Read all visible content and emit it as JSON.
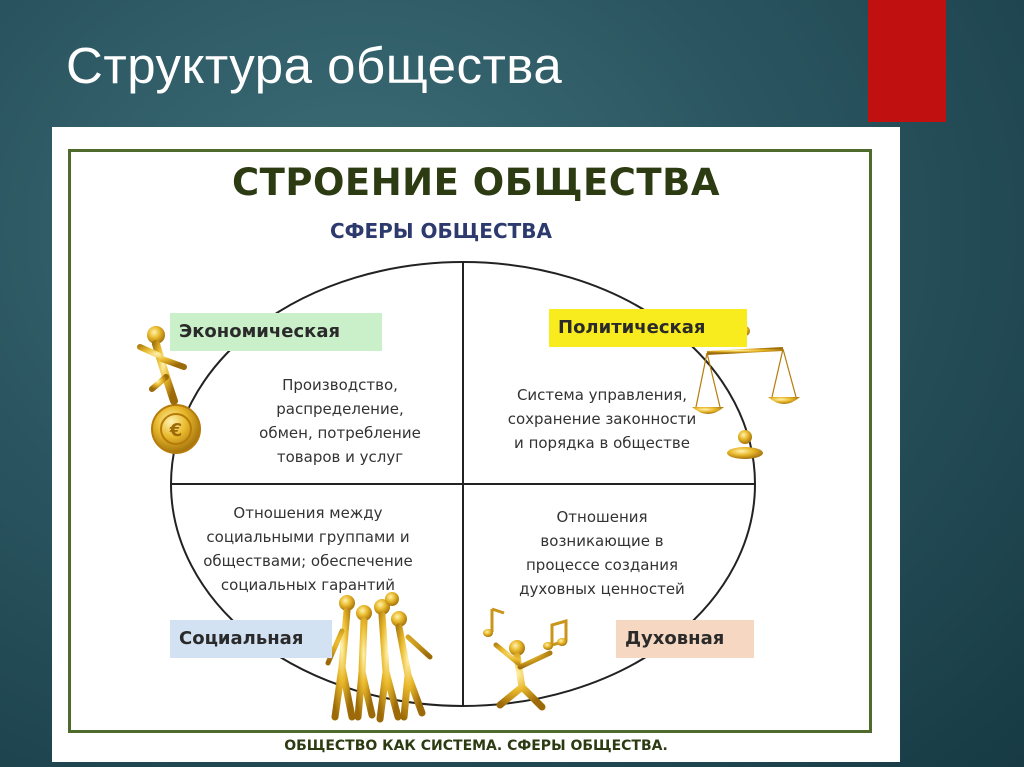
{
  "slide": {
    "title": "Структура общества"
  },
  "card": {
    "title": "СТРОЕНИЕ ОБЩЕСТВА",
    "subtitle": "СФЕРЫ ОБЩЕСТВА",
    "footer": "ОБЩЕСТВО КАК СИСТЕМА. СФЕРЫ ОБЩЕСТВА."
  },
  "spheres": {
    "economic": {
      "label": "Экономическая",
      "text": "Производство,\nраспределение,\nобмен, потребление\nтоваров и услуг",
      "color": "#c9f0c9",
      "icon": "gold-figure-with-coin"
    },
    "political": {
      "label": "Политическая",
      "text": "Система управления,\nсохранение законности\nи порядка в обществе",
      "color": "#f8ec1e",
      "icon": "gold-scales"
    },
    "social": {
      "label": "Социальная",
      "text": "Отношения между\nсоциальными группами и\nобществами; обеспечение\nсоциальных гарантий",
      "color": "#d3e2f2",
      "icon": "gold-figures-group"
    },
    "spiritual": {
      "label": "Духовная",
      "text": "Отношения\nвозникающие в\nпроцессе создания\nдуховных ценностей",
      "color": "#f6d8c2",
      "icon": "gold-figure-with-notes"
    }
  },
  "colors": {
    "accent": "#c0100f",
    "frame": "#4e6a2c",
    "background": "#2a5560"
  }
}
